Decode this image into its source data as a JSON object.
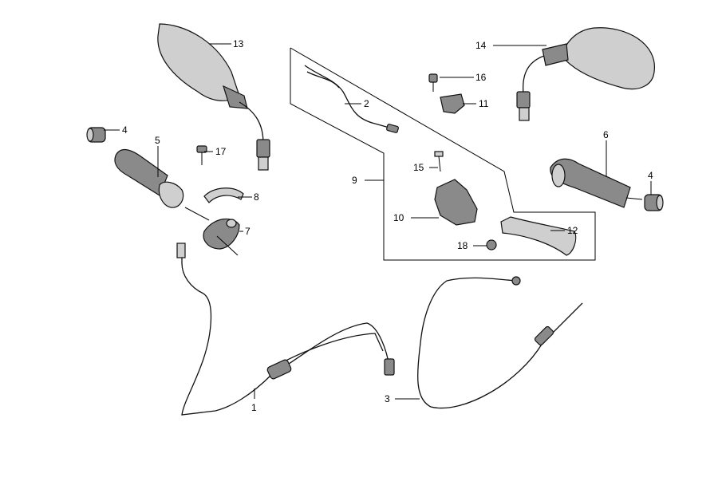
{
  "labels": {
    "p1": "1",
    "p2": "2",
    "p3": "3",
    "p4a": "4",
    "p4b": "4",
    "p5": "5",
    "p6": "6",
    "p7": "7",
    "p8": "8",
    "p9": "9",
    "p10": "10",
    "p11": "11",
    "p12": "12",
    "p13": "13",
    "p14": "14",
    "p15": "15",
    "p16": "16",
    "p17": "17",
    "p18": "18"
  }
}
